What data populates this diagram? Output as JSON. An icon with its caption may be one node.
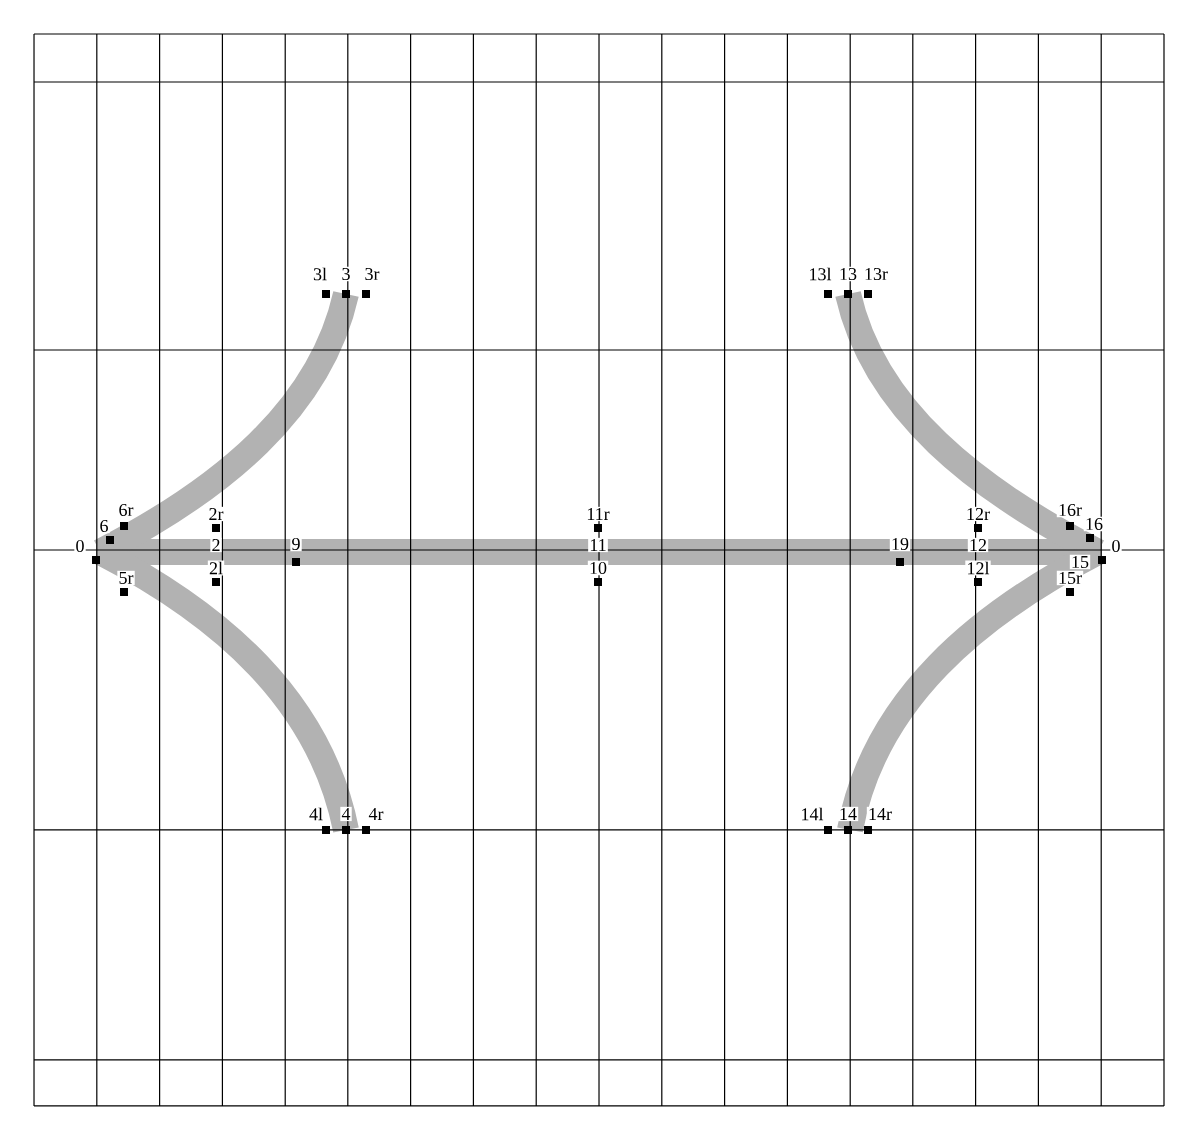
{
  "diagram": {
    "labels": [
      "3l",
      "3",
      "3r",
      "13l",
      "13",
      "13r",
      "6r",
      "2r",
      "11r",
      "12r",
      "16r",
      "6",
      "16",
      "0",
      "2",
      "9",
      "11",
      "19",
      "12",
      "0",
      "2l",
      "10",
      "12l",
      "15",
      "5r",
      "15r",
      "4l",
      "4",
      "4r",
      "14l",
      "14",
      "14r"
    ]
  }
}
